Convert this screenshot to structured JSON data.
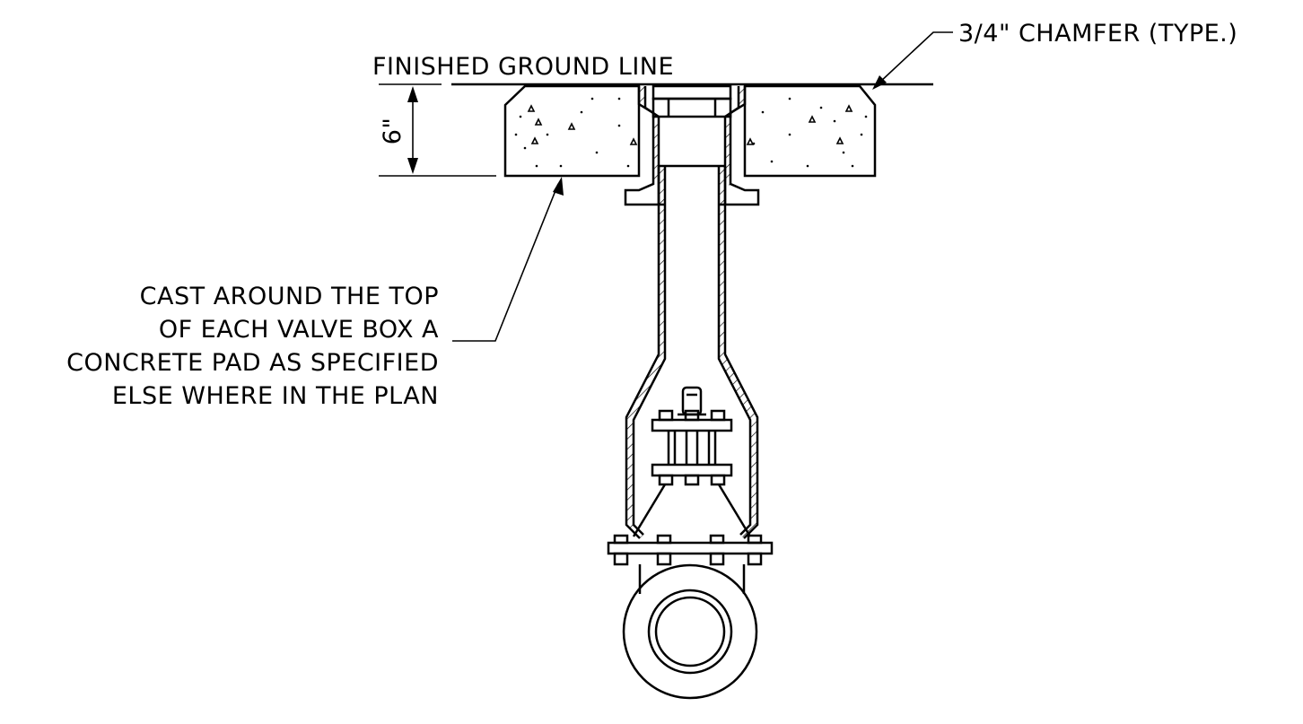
{
  "labels": {
    "finished_ground": "FINISHED GROUND LINE",
    "chamfer": "3/4\" CHAMFER (TYPE.)",
    "dimension": "6\"",
    "note_lines": [
      "CAST AROUND THE TOP",
      "OF EACH VALVE BOX A",
      "CONCRETE PAD AS SPECIFIED",
      "ELSE WHERE IN THE PLAN"
    ]
  },
  "colors": {
    "line": "#000000",
    "background": "#ffffff"
  }
}
